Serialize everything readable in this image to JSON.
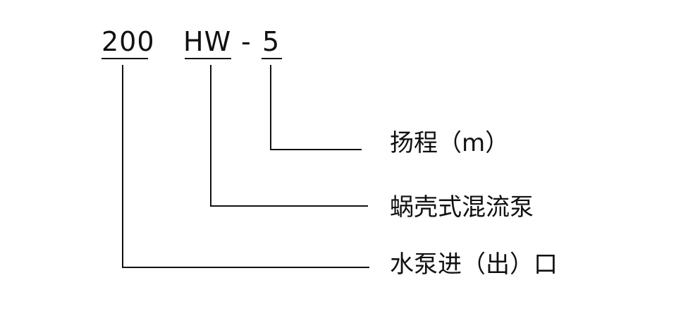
{
  "code": {
    "part1": "200",
    "part2": "HW",
    "separator": "-",
    "part3": "5"
  },
  "labels": {
    "head": "扬程（m）",
    "pump_type": "蜗壳式混流泵",
    "inlet": "水泵进（出）口"
  }
}
